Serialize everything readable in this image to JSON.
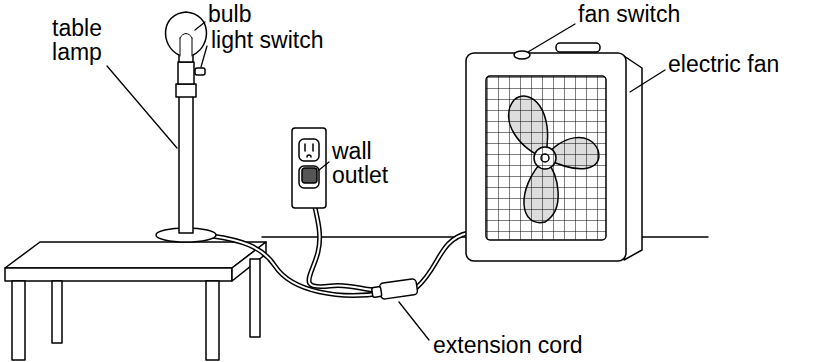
{
  "diagram": {
    "labels": [
      "bulb",
      "table lamp",
      "light switch",
      "wall outlet",
      "fan switch",
      "electric fan",
      "extension cord"
    ]
  }
}
